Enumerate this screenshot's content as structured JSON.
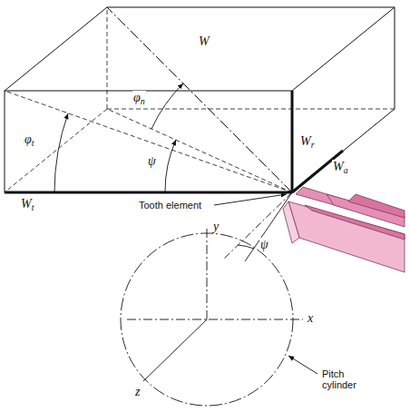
{
  "diagram": {
    "labels": [
      "W",
      "Wr",
      "Wa",
      "φn",
      "φt",
      "ψ",
      "Wt",
      "Tooth element",
      "ψ",
      "y",
      "x",
      "z",
      "Pitch cylinder"
    ]
  }
}
